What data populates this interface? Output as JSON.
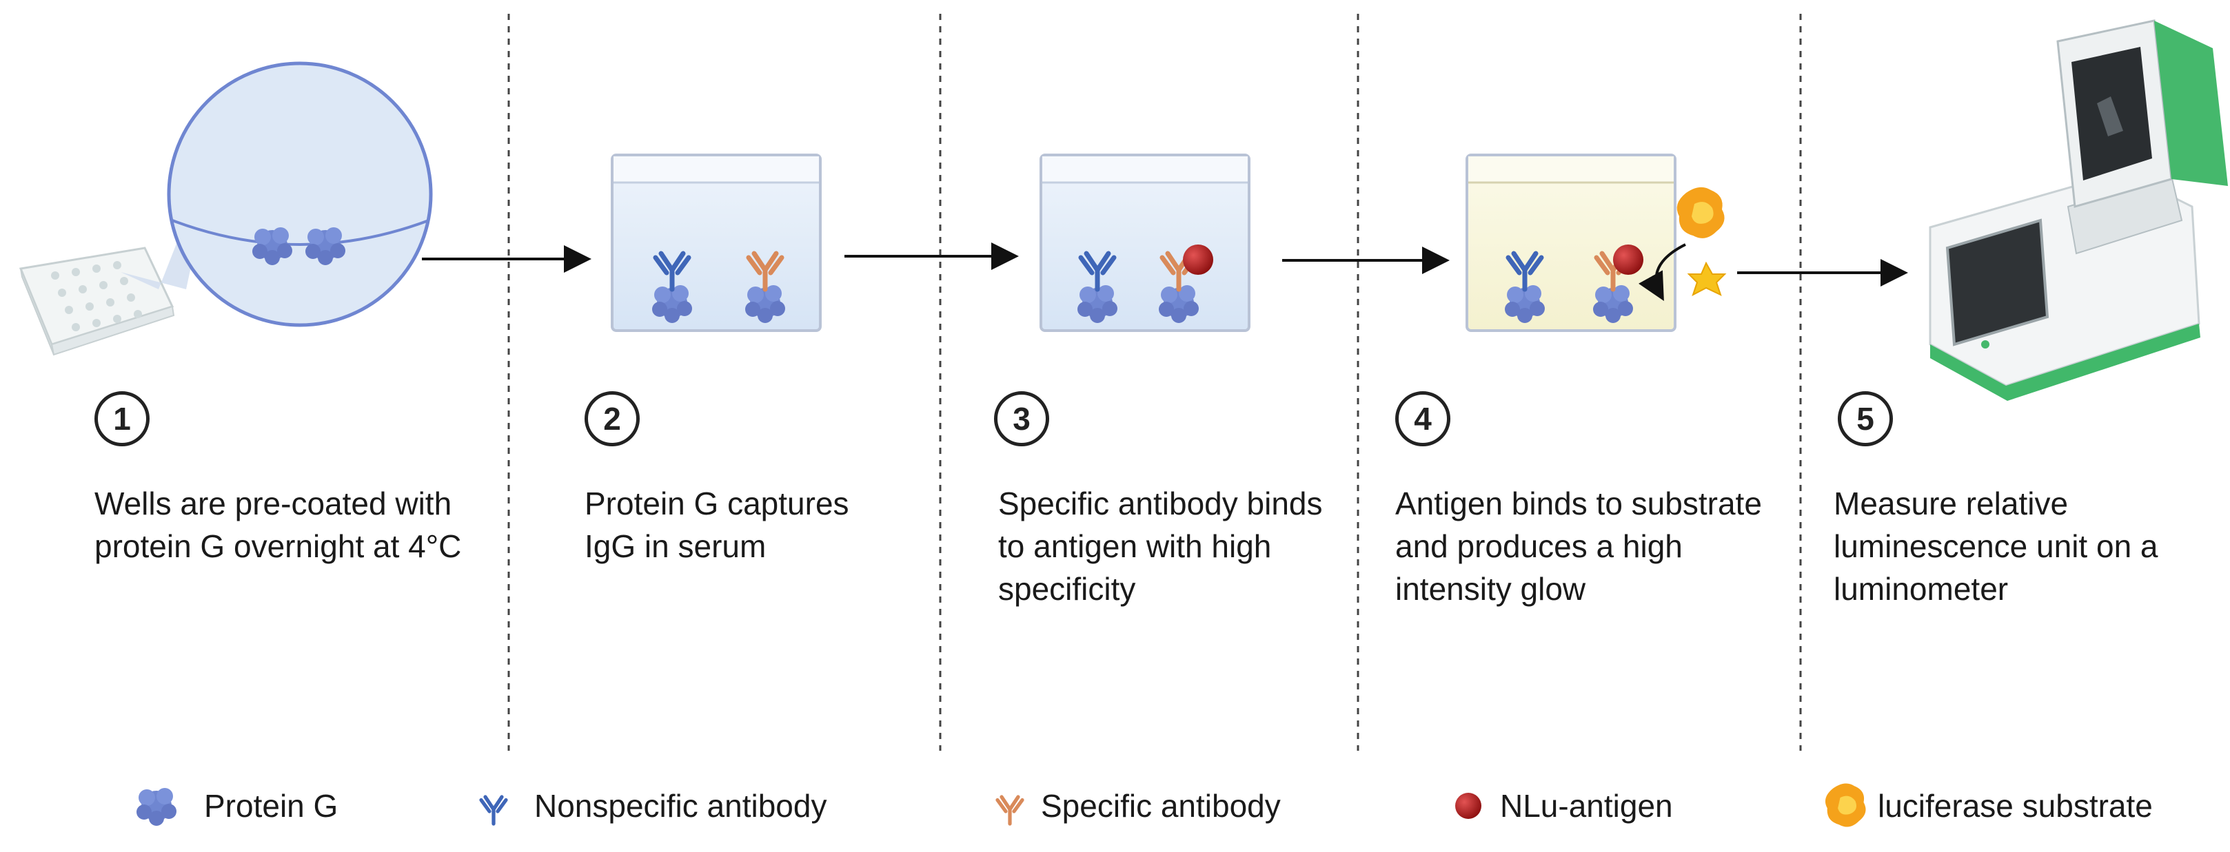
{
  "steps": [
    {
      "number": "1",
      "text": "Wells are pre-coated with protein G overnight at 4°C"
    },
    {
      "number": "2",
      "text": "Protein G captures IgG in serum"
    },
    {
      "number": "3",
      "text": "Specific antibody binds to antigen with high specificity"
    },
    {
      "number": "4",
      "text": "Antigen binds to substrate and produces a high intensity glow"
    },
    {
      "number": "5",
      "text": "Measure relative luminescence unit on a luminometer"
    }
  ],
  "legend": [
    {
      "label": "Protein G",
      "icon": "protein-g-icon",
      "color": "#6f86d1"
    },
    {
      "label": "Nonspecific antibody",
      "icon": "nonspecific-antibody-icon",
      "color": "#3f66b8"
    },
    {
      "label": "Specific antibody",
      "icon": "specific-antibody-icon",
      "color": "#d98a5a"
    },
    {
      "label": "NLu-antigen",
      "icon": "nlu-antigen-icon",
      "color": "#b81c1c"
    },
    {
      "label": "luciferase substrate",
      "icon": "luciferase-substrate-icon",
      "color": "#f5a21b"
    }
  ],
  "colors": {
    "well_fill_blue": "#dde8f6",
    "well_fill_yellow": "#f8f6d7",
    "well_border": "#b9c3d6",
    "arrow": "#111111",
    "divider": "#444444",
    "glow": "#f7c21b"
  }
}
